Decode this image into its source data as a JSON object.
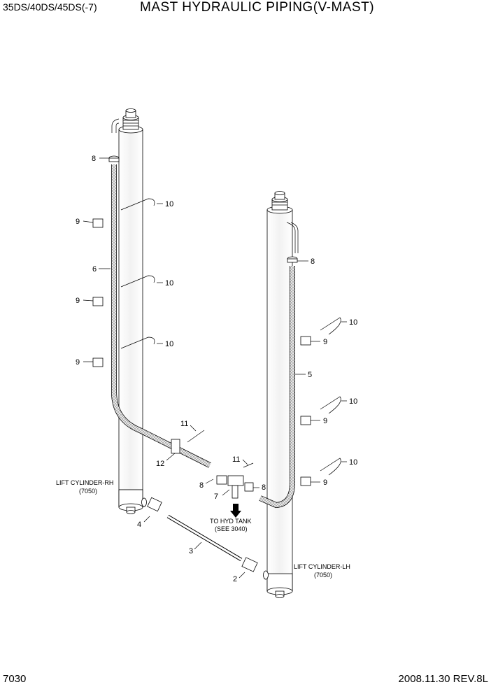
{
  "header": {
    "model": "35DS/40DS/45DS(-7)",
    "title": "MAST HYDRAULIC PIPING(V-MAST)"
  },
  "footer": {
    "page": "7030",
    "revision": "2008.11.30  REV.8L"
  },
  "notes": {
    "cyl_rh": "LIFT CYLINDER-RH",
    "cyl_rh_ref": "(7050)",
    "cyl_lh": "LIFT CYLINDER-LH",
    "cyl_lh_ref": "(7050)",
    "tank": "TO HYD TANK",
    "tank_ref": "(SEE 3040)"
  },
  "callouts": [
    "8",
    "10",
    "9",
    "6",
    "10",
    "9",
    "10",
    "9",
    "11",
    "12",
    "8",
    "4",
    "3",
    "8",
    "10",
    "9",
    "5",
    "10",
    "9",
    "10",
    "9",
    "11",
    "8",
    "7",
    "2"
  ]
}
